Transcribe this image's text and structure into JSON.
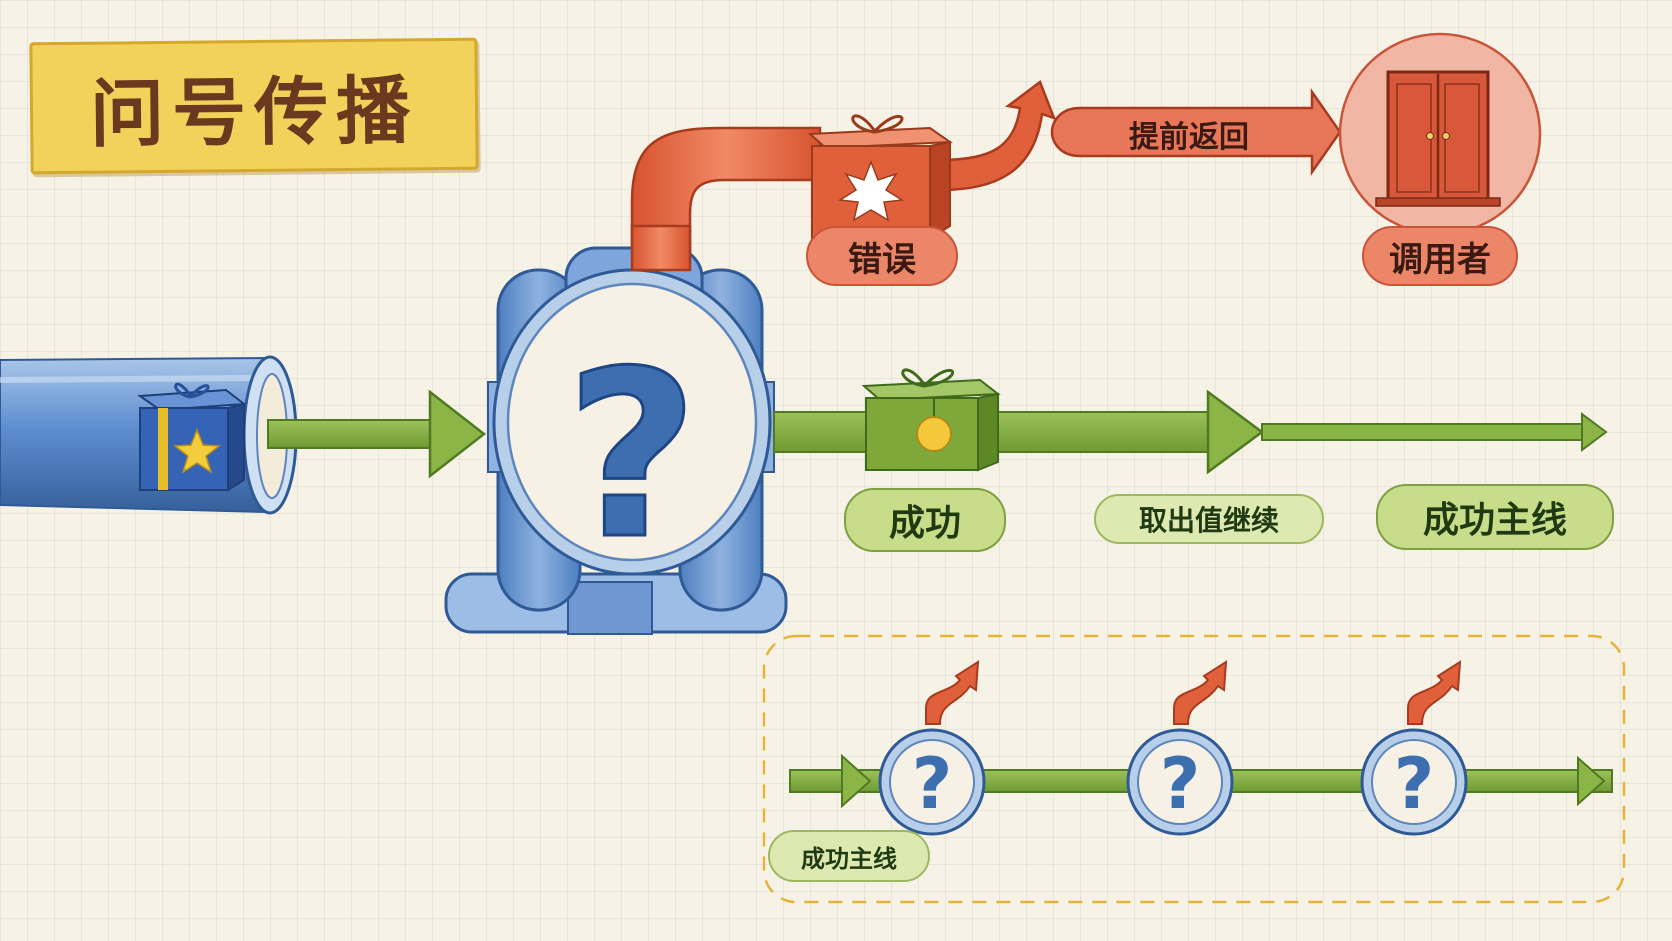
{
  "title": "问号传播",
  "labels": {
    "error": "错误",
    "early_return": "提前返回",
    "caller": "调用者",
    "success": "成功",
    "unwrap_continue": "取出值继续",
    "success_mainline": "成功主线",
    "chain_mainline": "成功主线"
  },
  "symbols": {
    "operator": "?",
    "chain_operators": [
      "?",
      "?",
      "?"
    ]
  },
  "colors": {
    "success_green": "#7fa83a",
    "error_red": "#e0603c",
    "operator_blue": "#3d6fb0",
    "banner_yellow": "#f2d25a",
    "title_brown": "#6b3820",
    "dashed_frame": "#e2b53a"
  },
  "icons": [
    "gift-box-star-icon",
    "gift-box-error-icon",
    "gift-box-value-icon",
    "door-icon",
    "question-mark-icon"
  ]
}
